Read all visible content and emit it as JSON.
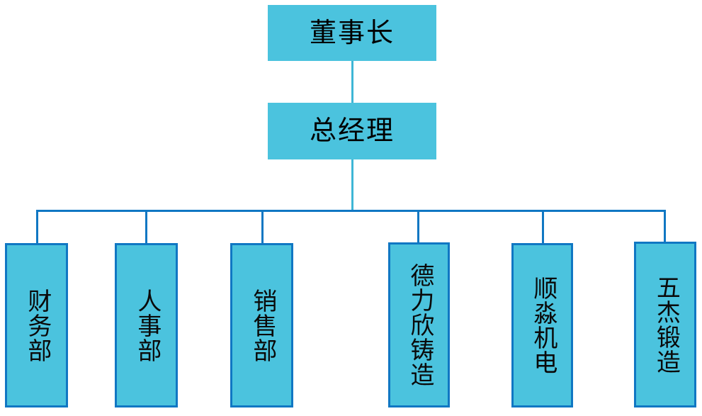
{
  "chart": {
    "type": "org-chart",
    "title": "",
    "orientation": "top-down",
    "colors": {
      "box_fill": "#4BC3DE",
      "box_border": "#1077C3",
      "connector_light": "#3FB6D6",
      "connector_dark": "#1077C3",
      "text": "#000000",
      "background": "#FFFFFF"
    },
    "levels": [
      {
        "level": 1,
        "nodes": [
          {
            "id": "chairman",
            "label": "董事长",
            "bordered": false,
            "text_direction": "horizontal"
          }
        ]
      },
      {
        "level": 2,
        "nodes": [
          {
            "id": "general-manager",
            "label": "总经理",
            "bordered": false,
            "text_direction": "horizontal"
          }
        ]
      },
      {
        "level": 3,
        "nodes": [
          {
            "id": "finance-dept",
            "label": "财务部",
            "bordered": true,
            "text_direction": "vertical"
          },
          {
            "id": "hr-dept",
            "label": "人事部",
            "bordered": true,
            "text_direction": "vertical"
          },
          {
            "id": "sales-dept",
            "label": "销售部",
            "bordered": true,
            "text_direction": "vertical"
          },
          {
            "id": "delixin-casting",
            "label": "德力欣铸造",
            "bordered": true,
            "text_direction": "vertical"
          },
          {
            "id": "shunmiao-electromechanical",
            "label": "顺淼机电",
            "bordered": true,
            "text_direction": "vertical"
          },
          {
            "id": "wujie-forging",
            "label": "五杰锻造",
            "bordered": true,
            "text_direction": "vertical"
          }
        ]
      }
    ],
    "edges": [
      {
        "from": "chairman",
        "to": "general-manager"
      },
      {
        "from": "general-manager",
        "to": "finance-dept"
      },
      {
        "from": "general-manager",
        "to": "hr-dept"
      },
      {
        "from": "general-manager",
        "to": "sales-dept"
      },
      {
        "from": "general-manager",
        "to": "delixin-casting"
      },
      {
        "from": "general-manager",
        "to": "shunmiao-electromechanical"
      },
      {
        "from": "general-manager",
        "to": "wujie-forging"
      }
    ]
  }
}
